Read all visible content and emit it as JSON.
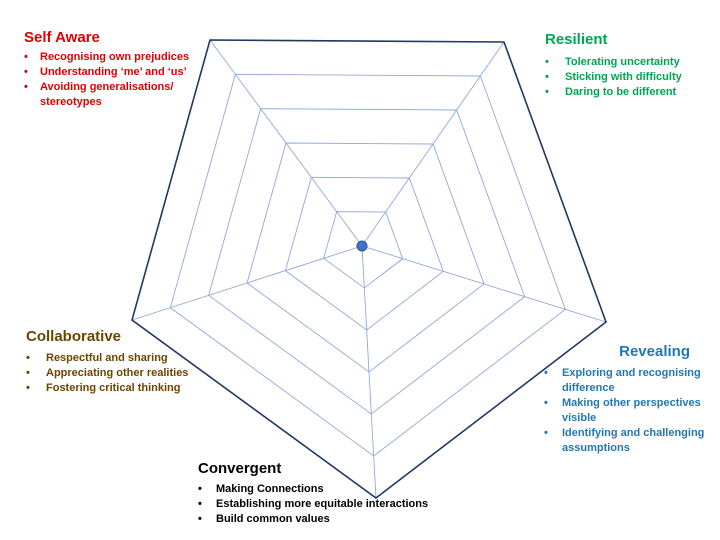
{
  "diagram": {
    "center_dot_color": "#4472C4",
    "outline_color": "#1F3864",
    "grid_color": "#8EA9DB",
    "levels": 6
  },
  "self_aware": {
    "title": "Self Aware",
    "color": "#E00000",
    "items": [
      "Recognising own prejudices",
      "Understanding ‘me’ and ‘us’",
      "Avoiding generalisations/",
      "stereotypes"
    ]
  },
  "resilient": {
    "title": "Resilient",
    "color": "#00A651",
    "items": [
      "Tolerating uncertainty",
      "Sticking with difficulty",
      "Daring to be different"
    ]
  },
  "collaborative": {
    "title": "Collaborative",
    "color": "#6B4400",
    "items": [
      "Respectful and sharing",
      "Appreciating other realities",
      "Fostering critical thinking"
    ]
  },
  "revealing": {
    "title": "Revealing",
    "color": "#1F78B4",
    "items": [
      "Exploring and recognising difference",
      "Making other perspectives visible",
      "Identifying and challenging assumptions"
    ]
  },
  "convergent": {
    "title": "Convergent",
    "color": "#000000",
    "items": [
      "Making Connections",
      "Establishing more equitable interactions",
      "Build common values"
    ]
  }
}
